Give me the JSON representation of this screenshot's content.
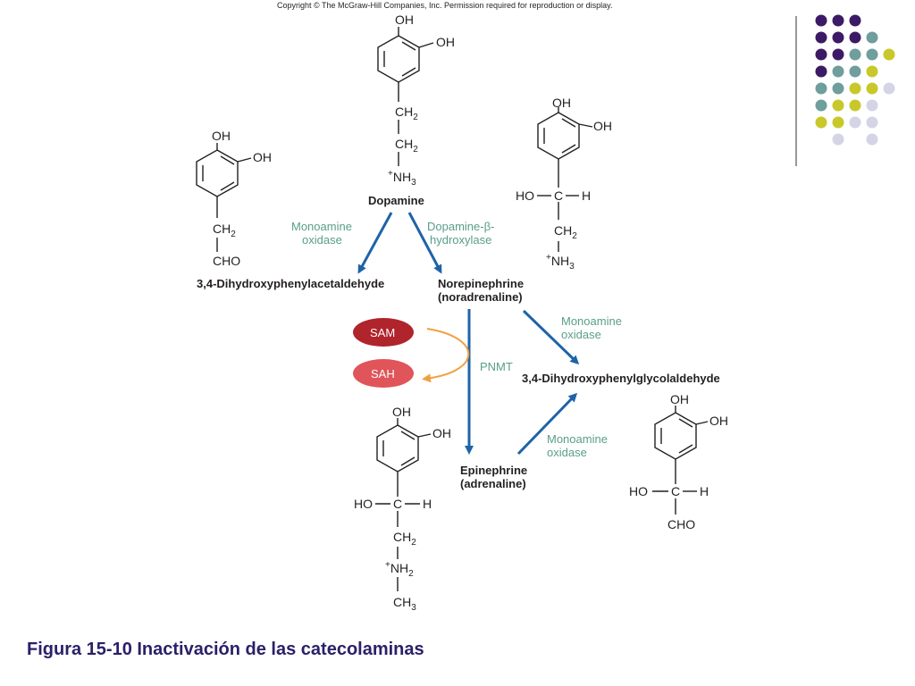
{
  "copyright": "Copyright © The McGraw-Hill Companies, Inc. Permission required for reproduction or display.",
  "caption": "Figura 15-10 Inactivación de las catecolaminas",
  "colors": {
    "arrow": "#1e63a8",
    "enzyme_text": "#5a9e8a",
    "sam": "#b0242c",
    "sah": "#e0555a",
    "orange_arrow": "#f0a040",
    "caption": "#2a2168",
    "dot_purple": "#3c1a66",
    "dot_teal": "#6f9e9c",
    "dot_yellow": "#c8c82a",
    "dot_lavender": "#d4d4e6"
  },
  "atoms": {
    "oh": "OH",
    "ho": "HO",
    "c": "C",
    "h": "H",
    "ch": "CH",
    "cho": "CHO",
    "nh": "NH",
    "plus": "+",
    "sub2": "2",
    "sub3": "3"
  },
  "compounds": {
    "dopamine": "Dopamine",
    "dopal": "3,4-Dihydroxyphenylacetaldehyde",
    "norepinephrine": "Norepinephrine",
    "noradrenaline": "(noradrenaline)",
    "dopegal": "3,4-Dihydroxyphenylglycolaldehyde",
    "epinephrine": "Epinephrine",
    "adrenaline": "(adrenaline)"
  },
  "enzymes": {
    "mao_1_line1": "Monoamine",
    "mao_1_line2": "oxidase",
    "dbh_line1": "Dopamine-β-",
    "dbh_line2": "hydroxylase",
    "mao_2_line1": "Monoamine",
    "mao_2_line2": "oxidase",
    "pnmt": "PNMT",
    "mao_3_line1": "Monoamine",
    "mao_3_line2": "oxidase"
  },
  "cofactors": {
    "sam": "SAM",
    "sah": "SAH"
  }
}
